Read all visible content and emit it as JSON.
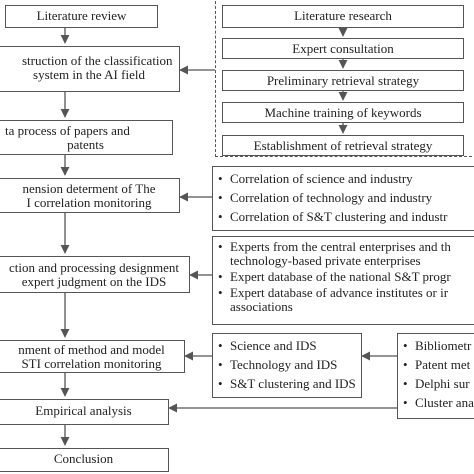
{
  "main_steps": [
    {
      "lines": [
        "Literature review"
      ]
    },
    {
      "lines": [
        "struction of the classification",
        "system in the AI field"
      ]
    },
    {
      "lines": [
        "ta process of papers and",
        "patents"
      ]
    },
    {
      "lines": [
        "nension determent of The",
        "I correlation monitoring"
      ]
    },
    {
      "lines": [
        "ction and processing designment",
        "expert judgment  on the IDS"
      ]
    },
    {
      "lines": [
        "nment of method and model",
        "STI correlation monitoring"
      ]
    },
    {
      "lines": [
        "Empirical analysis"
      ]
    },
    {
      "lines": [
        "Conclusion"
      ]
    }
  ],
  "strategy_steps": [
    {
      "label": "Literature research"
    },
    {
      "label": "Expert consultation"
    },
    {
      "label": "Preliminary retrieval strategy"
    },
    {
      "label": "Machine training of keywords"
    },
    {
      "label": "Establishment of retrieval strategy"
    }
  ],
  "correlation_items": [
    {
      "lines": [
        "Correlation of science and industry"
      ]
    },
    {
      "lines": [
        "Correlation of technology and industry"
      ]
    },
    {
      "lines": [
        "Correlation of S&T clustering and industr"
      ]
    }
  ],
  "expert_items": [
    {
      "lines": [
        "Experts from the central enterprises and th",
        "technology-based private enterprises"
      ]
    },
    {
      "lines": [
        "Expert database of the national S&T progr"
      ]
    },
    {
      "lines": [
        "Expert database of advance institutes or ir",
        "associations"
      ]
    }
  ],
  "ids_items": [
    {
      "lines": [
        "Science and IDS"
      ]
    },
    {
      "lines": [
        "Technology and IDS"
      ]
    },
    {
      "lines": [
        "S&T clustering and IDS"
      ]
    }
  ],
  "method_items": [
    {
      "lines": [
        "Bibliometr"
      ]
    },
    {
      "lines": [
        "Patent met"
      ]
    },
    {
      "lines": [
        "Delphi sur"
      ]
    },
    {
      "lines": [
        "Cluster ana"
      ]
    }
  ],
  "bullet_symbol": "•",
  "colors": {
    "line": "#555555",
    "text": "#222222",
    "background": "#ffffff"
  }
}
